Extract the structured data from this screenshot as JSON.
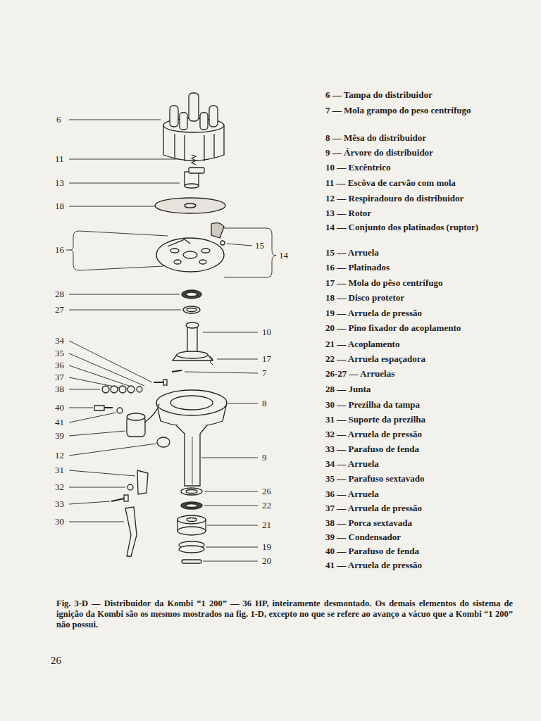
{
  "diagram": {
    "caption": "Fig. 3-D — Distribuidor da Kombi “1 200” — 36 HP, inteiramente desmontado. Os demais elementos do sistema de ignição da Kombi são os mesmos mostrados na fig. 1-D, excepto no que se refere ao avanço a vácuo que a Kombi “1 200” não possui.",
    "labels": [
      "6",
      "11",
      "13",
      "18",
      "16",
      "15",
      "14",
      "28",
      "27",
      "10",
      "17",
      "7",
      "34",
      "35",
      "36",
      "37",
      "38",
      "8",
      "40",
      "41",
      "39",
      "12",
      "9",
      "31",
      "32",
      "33",
      "30",
      "26",
      "22",
      "21",
      "19",
      "20",
      "6 — Tampa do distribuidor",
      "7 — Mola grampo do peso centrífugo",
      "8 — Mêsa do distribuidor",
      "9 — Árvore do distribuidor",
      "10 — Excêntrico",
      "11 — Escôva de carvão com mola",
      "12 — Respiradouro do distribuidor",
      "13 — Rotor",
      "14 — Conjunto dos platinados (ruptor)",
      "15 — Arruela",
      "16 — Platinados",
      "17 — Mola do pêso centrífugo",
      "18 — Disco protetor",
      "19 — Arruela de pressão",
      "20 — Pino fixador do acoplamento",
      "21 — Acoplamento",
      "22 — Arruela espaçadora",
      "26-27 — Arruelas",
      "28 — Junta",
      "30 — Prezilha da tampa",
      "31 — Suporte da prezilha",
      "32 — Arruela de pressão",
      "33 — Parafuso de fenda",
      "34 — Arruela",
      "35 — Parafuso sextavado",
      "36 — Arruela",
      "37 — Arruela de pressão",
      "38 — Porca sextavada",
      "39 — Condensador",
      "40 — Parafuso de fenda",
      "41 — Arruela de pressão",
      "26"
    ]
  }
}
